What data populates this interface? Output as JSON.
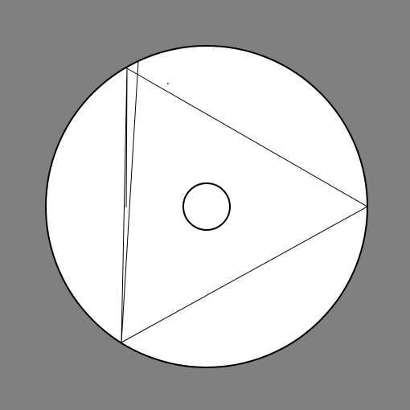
{
  "colors": {
    "background": "#808080",
    "disk_fill": "#ffffff",
    "stroke": "#000000"
  },
  "diagram": {
    "shapes": [
      "outer-circle",
      "triangle",
      "center-circle",
      "stray-stroke-left",
      "stray-dot"
    ]
  }
}
